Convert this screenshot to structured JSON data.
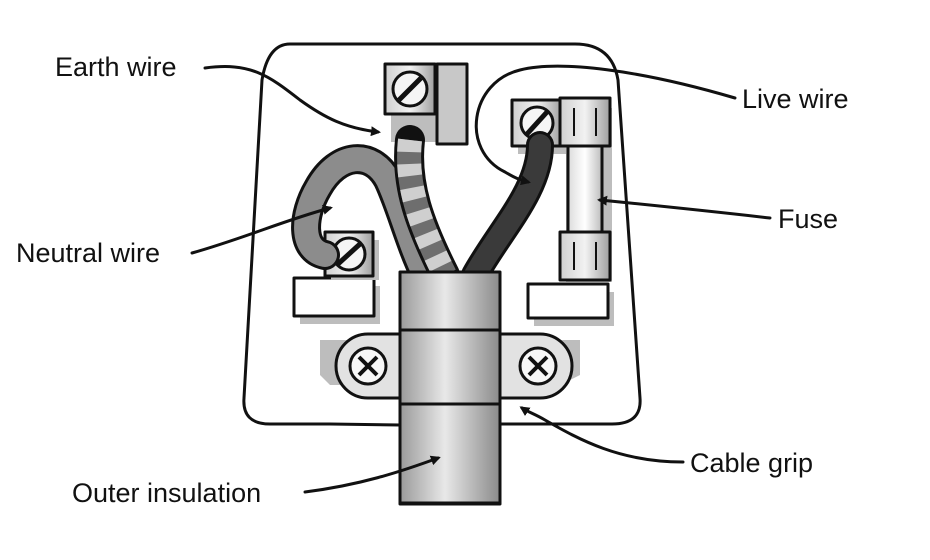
{
  "labels": {
    "earth": "Earth wire",
    "live": "Live wire",
    "fuse": "Fuse",
    "neutral": "Neutral wire",
    "cable_grip": "Cable grip",
    "outer_insulation": "Outer insulation"
  },
  "colors": {
    "outline": "#111111",
    "shadow": "#bdbdbd",
    "plug_body": "#ffffff",
    "metal_light": "#e6e6e6",
    "metal_mid": "#b5b5b5",
    "wire_neutral": "#8c8c8c",
    "wire_live": "#333333",
    "wire_earth_stripe": "#cfcfcf"
  },
  "icons": [
    "screw-icon",
    "arrow-icon"
  ]
}
